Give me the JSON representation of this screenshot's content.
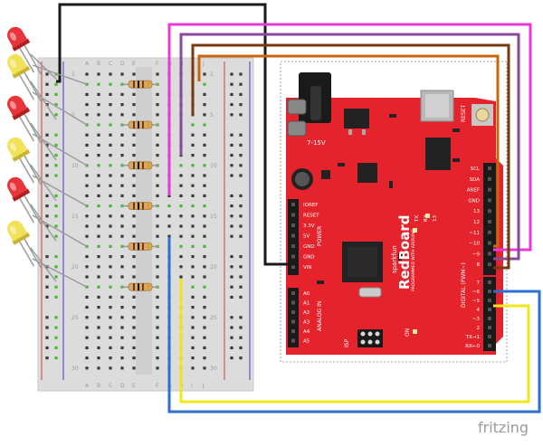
{
  "watermark": {
    "text": "fritzing"
  },
  "breadboard": {
    "column_letters_left": [
      "A",
      "B",
      "C",
      "D",
      "E"
    ],
    "column_letters_right": [
      "F",
      "G",
      "H",
      "I",
      "J"
    ],
    "row_numbers": [
      "1",
      "5",
      "10",
      "15",
      "20",
      "25",
      "30"
    ]
  },
  "board": {
    "brand": "sparkfun",
    "name": "RedBoard",
    "tagline": "PROGRAMMED WITH ARDUINO",
    "power_label": "7-15V",
    "reset_label": "RESET",
    "isp_label": "ISP",
    "on_label": "ON",
    "serial_labels": [
      "13",
      "RX",
      "TX"
    ],
    "power_pins": [
      "IOREF",
      "RESET",
      "3.3V",
      "5V",
      "GND",
      "GND",
      "VIN"
    ],
    "power_header_title": "POWER",
    "analog_pins": [
      "A0",
      "A1",
      "A2",
      "A3",
      "A4",
      "A5"
    ],
    "analog_header_title": "ANALOG IN",
    "digital_pins": [
      "SCL",
      "SDA",
      "AREF",
      "GND",
      "13",
      "12",
      "~11",
      "~10",
      "~9",
      "8",
      "7",
      "~6",
      "~5",
      "4",
      "~3",
      "2",
      "TX→1",
      "RX←0"
    ],
    "digital_header_title": "DIGITAL (PWM~)"
  },
  "leds": [
    {
      "color": "red"
    },
    {
      "color": "yellow"
    },
    {
      "color": "red"
    },
    {
      "color": "yellow"
    },
    {
      "color": "red"
    },
    {
      "color": "yellow"
    }
  ],
  "wire_colors": {
    "gnd": "#1a1a1a",
    "pin9": "#e83ad8",
    "pin8": "#8a4a9a",
    "pin7": "#7a3a10",
    "pin6": "#c8660e",
    "pin5": "#2f6fd1",
    "pin3": "#f0e81a"
  }
}
